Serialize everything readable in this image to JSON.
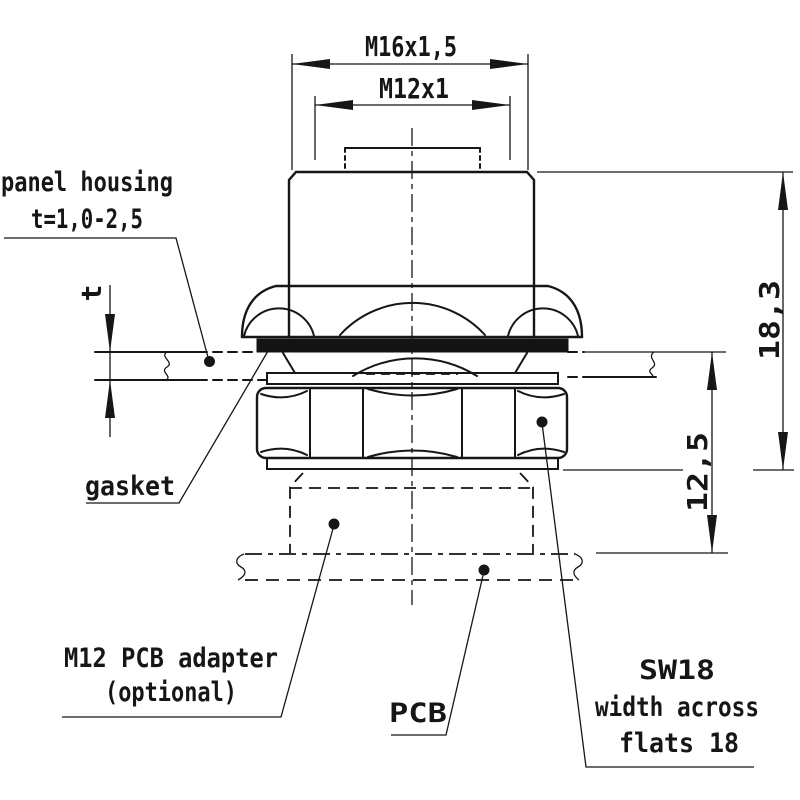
{
  "drawing": {
    "kind": "technical-drawing",
    "background": "#ffffff",
    "line_color": "#161616",
    "dimensions": {
      "thread_outer": "M16x1,5",
      "thread_inner": "M12x1",
      "overall_height": "18,3",
      "panel_to_pcb_height": "12,5",
      "panel_thickness_symbol": "t"
    },
    "labels": {
      "panel_housing_line1": "panel housing",
      "panel_housing_line2": "t=1,0-2,5",
      "gasket": "gasket",
      "adapter_line1": "M12 PCB adapter",
      "adapter_line2": "(optional)",
      "pcb": "PCB",
      "sw_line1": "SW18",
      "sw_line2": "width across",
      "sw_line3": "flats 18"
    }
  }
}
